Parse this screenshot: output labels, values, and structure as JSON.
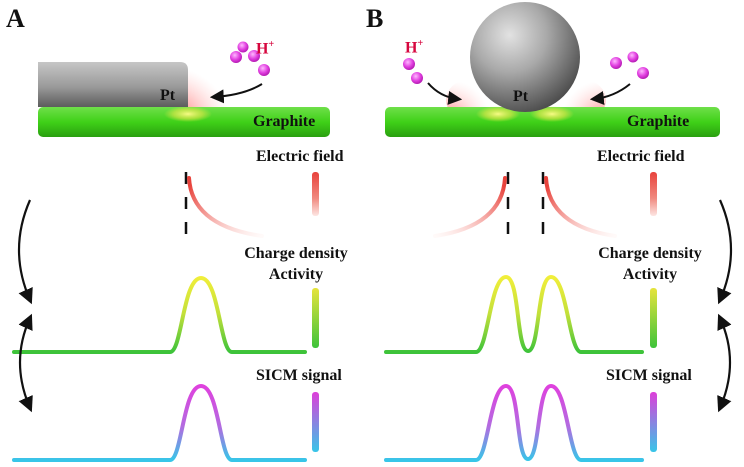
{
  "panels": {
    "a": {
      "letter": "A",
      "catalyst": "Pt",
      "support": "Graphite",
      "proton": "H",
      "proton_charge": "+"
    },
    "b": {
      "letter": "B",
      "catalyst": "Pt",
      "support": "Graphite",
      "proton": "H",
      "proton_charge": "+"
    }
  },
  "labels": {
    "electric_field": "Electric field",
    "charge_density": "Charge density",
    "activity": "Activity",
    "sicm_signal": "SICM signal"
  },
  "colors": {
    "graphite": "#3fd118",
    "hotspot": "#f2f05a",
    "proton": "#e13fe0",
    "proton_label": "#d6063e",
    "field_red": "#e8433c",
    "activity_yellow": "#e6e43c",
    "activity_green": "#3dc33a",
    "sicm_magenta": "#dd3fd9",
    "sicm_cyan": "#37c6e8"
  }
}
